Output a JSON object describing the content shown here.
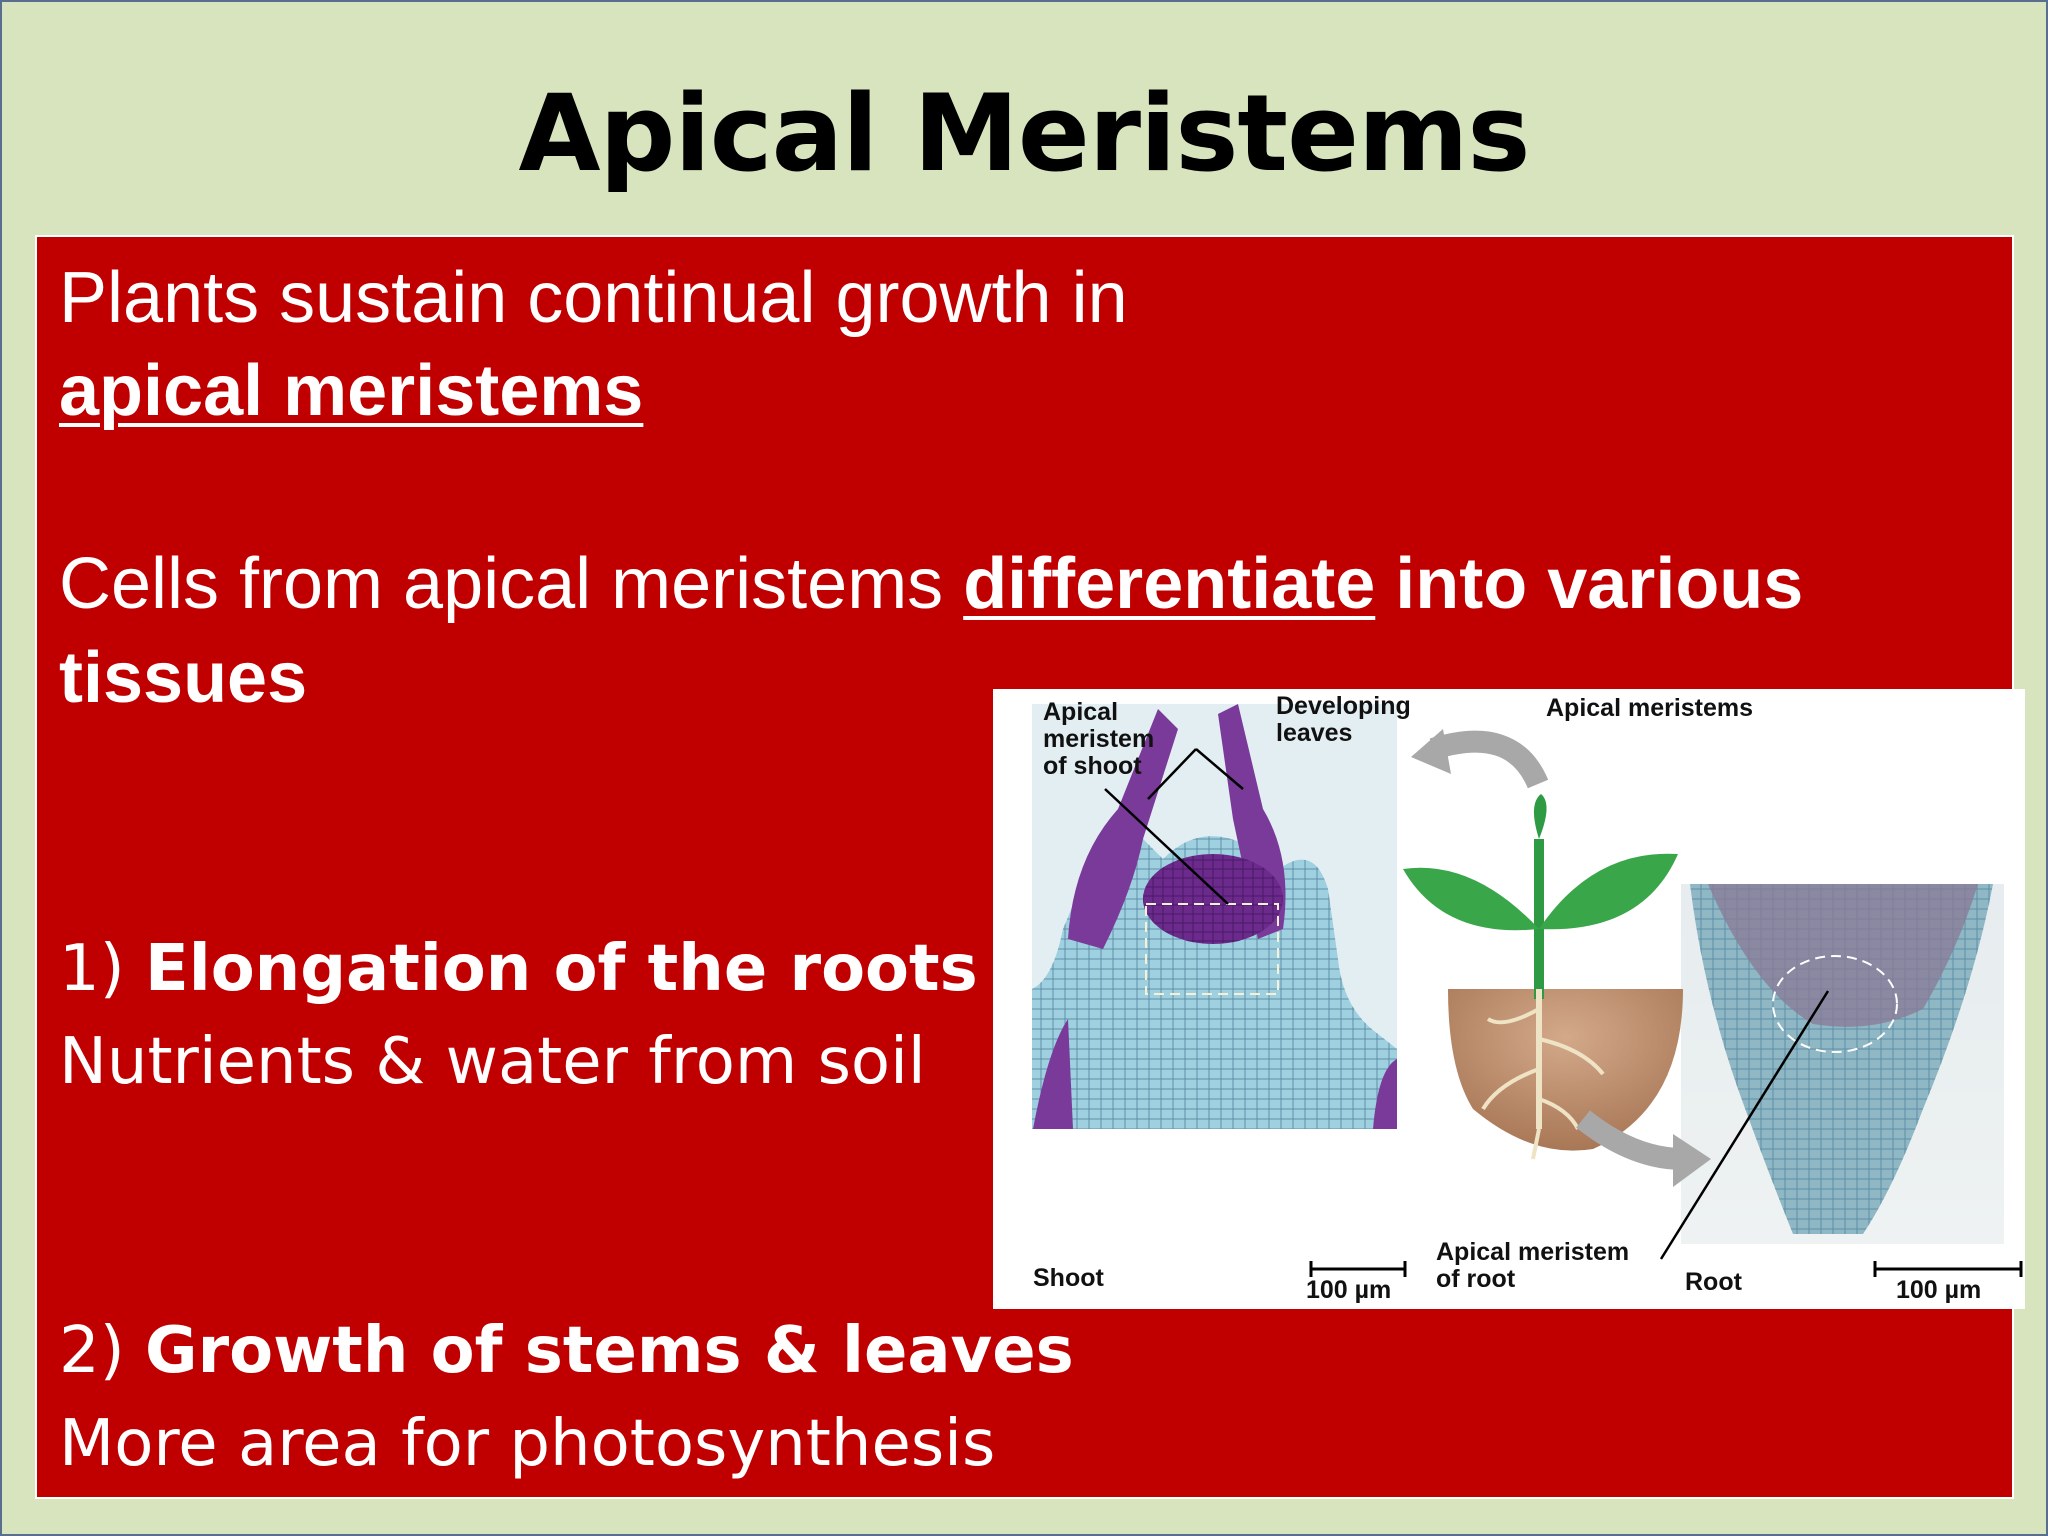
{
  "slide": {
    "title": "Apical Meristems",
    "line1": "Plants sustain continual growth in",
    "line2": "apical meristems",
    "line3_a": "Cells from apical meristems ",
    "line3_b": "differentiate",
    "line3_c": " into various",
    "line4": "tissues",
    "item1_num": "1) ",
    "item1_head": "Elongation of the roots",
    "item1_desc": "Nutrients & water from soil",
    "item2_num": "2) ",
    "item2_head": "Growth of stems & leaves",
    "item2_desc": "More area for photosynthesis"
  },
  "figure": {
    "shoot_meristem_l1": "Apical",
    "shoot_meristem_l2": "meristem",
    "shoot_meristem_l3": "of shoot",
    "dev_leaves_l1": "Developing",
    "dev_leaves_l2": "leaves",
    "apical_meristems": "Apical meristems",
    "root_meristem_l1": "Apical meristem",
    "root_meristem_l2": "of root",
    "shoot_label": "Shoot",
    "root_label": "Root",
    "scale_left": "100 µm",
    "scale_right": "100 µm"
  },
  "colors": {
    "background": "#d7e4bd",
    "panel": "#c00000",
    "stain_purple": "#6b2a8c",
    "stain_blue": "#8fc4d6",
    "leaf_green": "#3aa64a",
    "soil": "#b98c6a"
  }
}
